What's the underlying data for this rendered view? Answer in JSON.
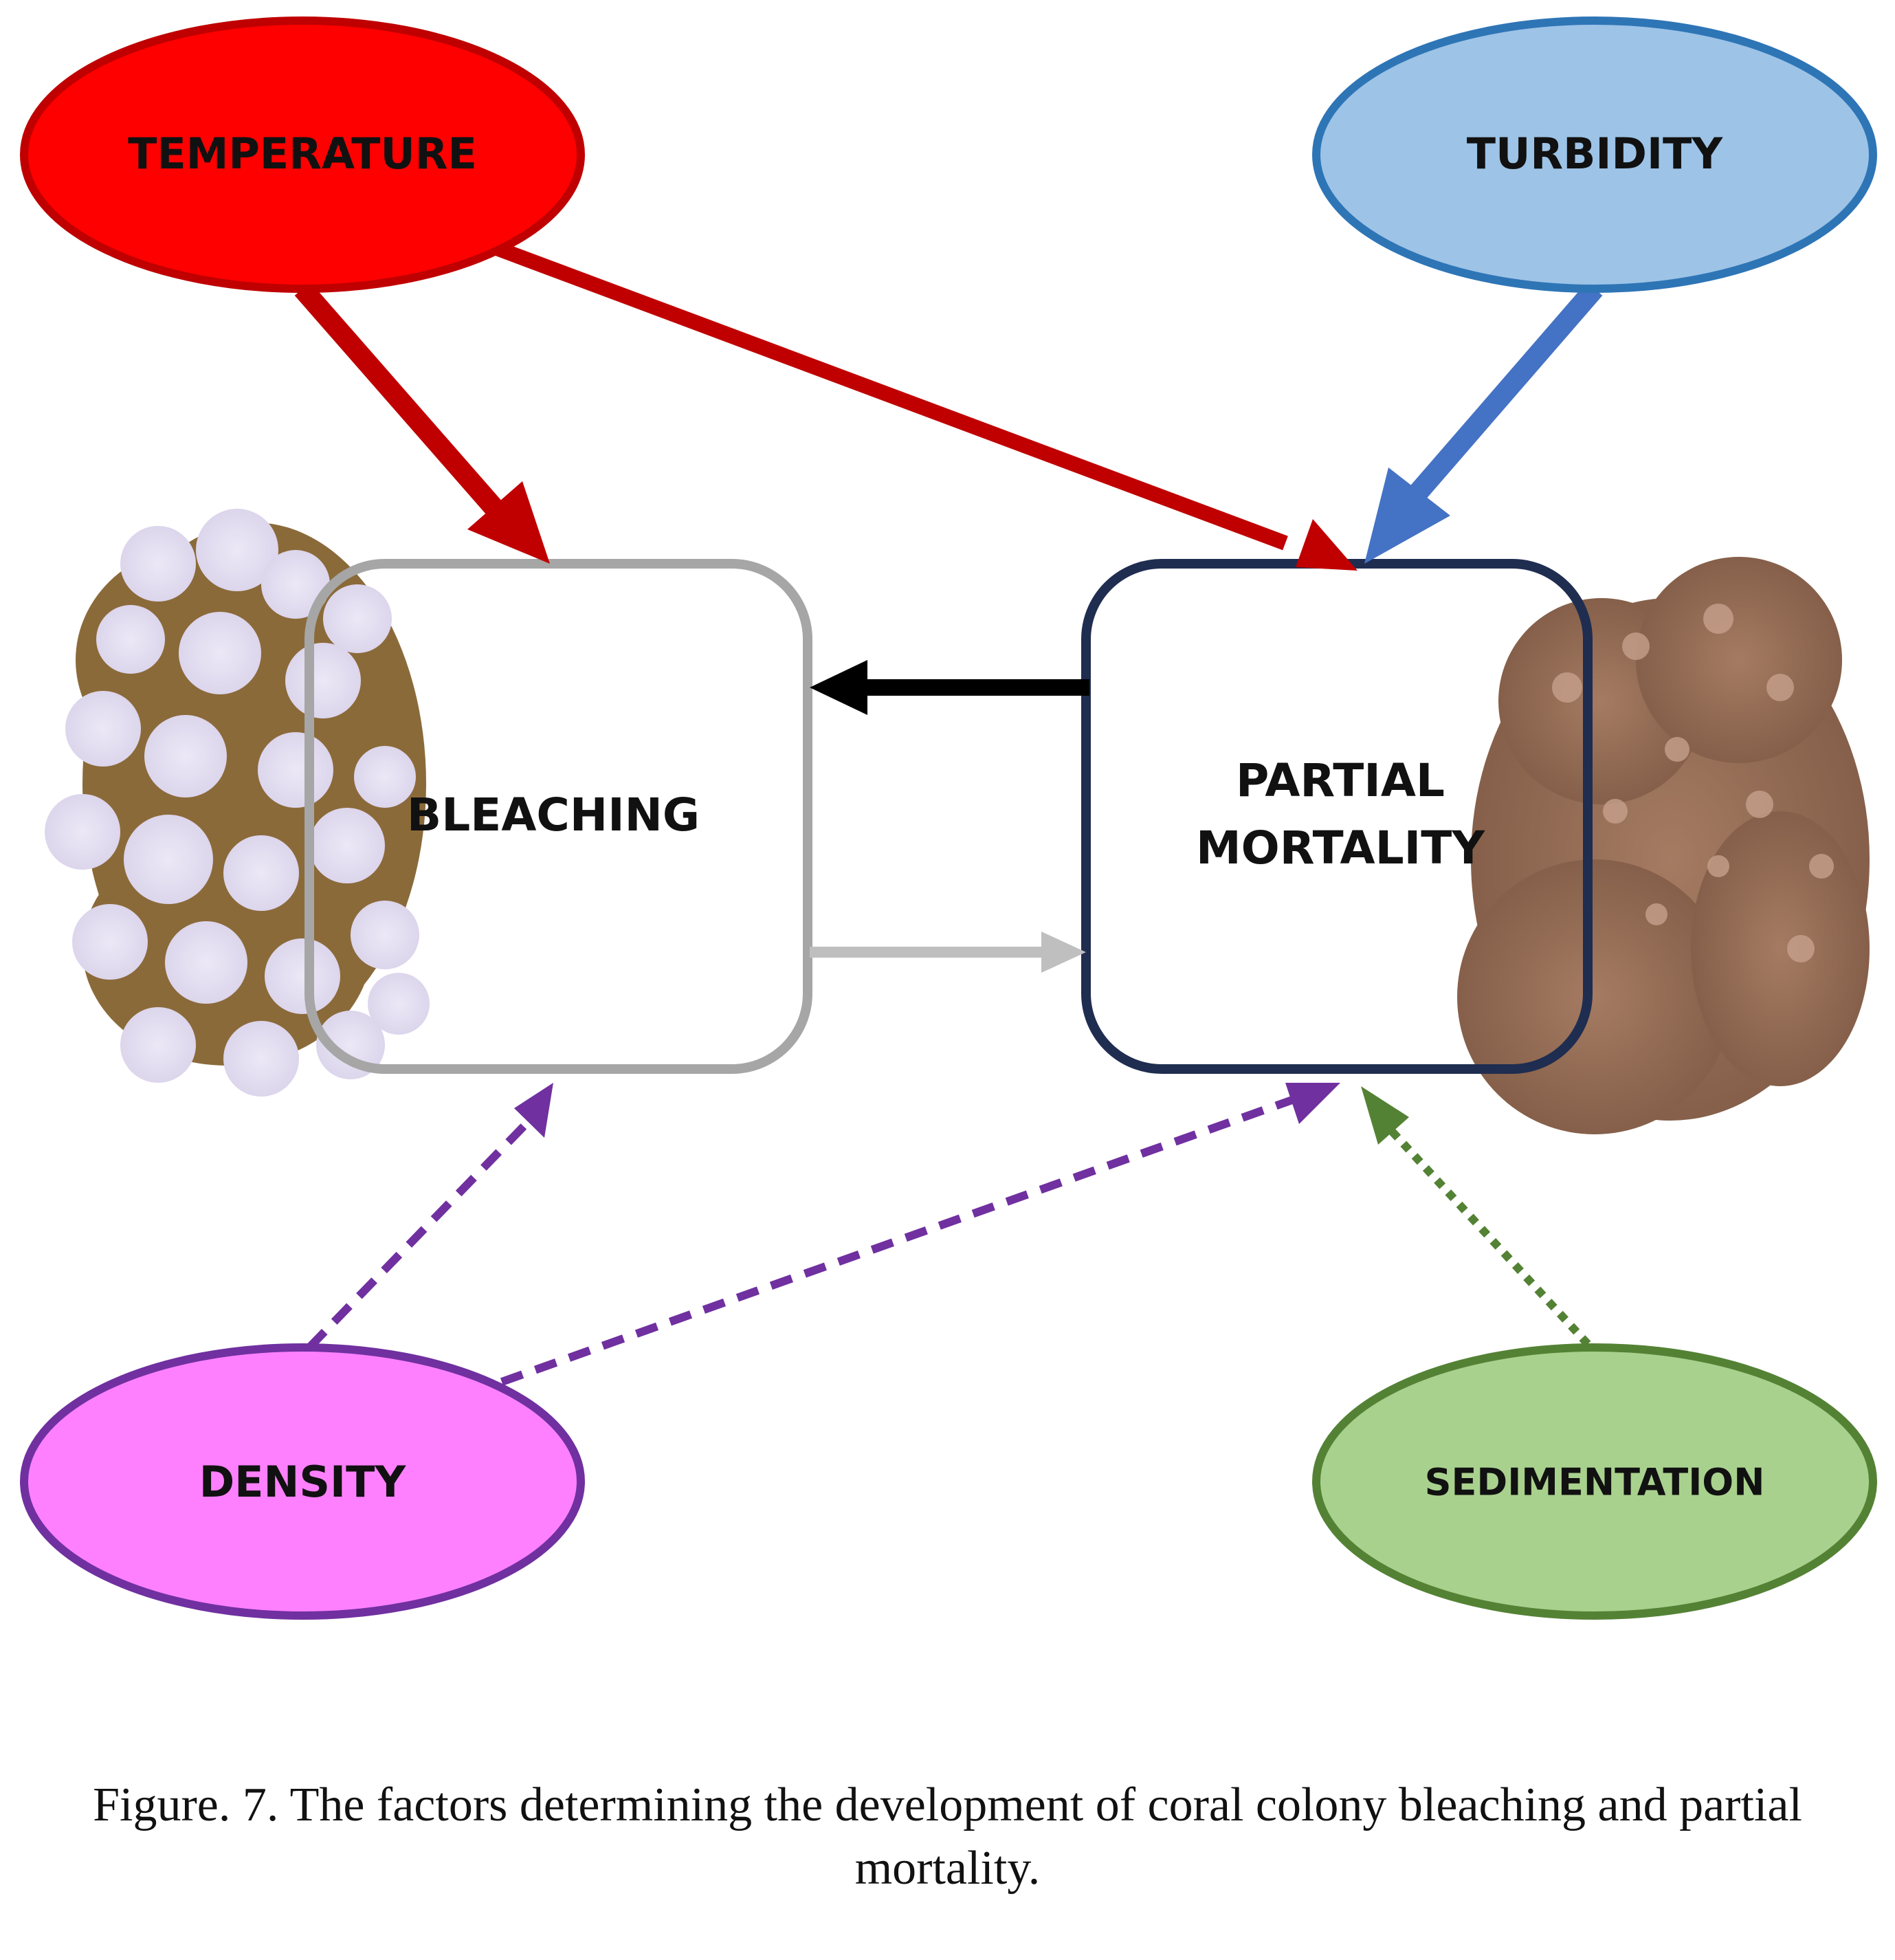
{
  "nodes": {
    "temperature": {
      "label": "TEMPERATURE",
      "fill": "#ff0000",
      "stroke": "#c00000"
    },
    "turbidity": {
      "label": "TURBIDITY",
      "fill": "#9dc3e6",
      "stroke": "#2e75b6"
    },
    "density": {
      "label": "DENSITY",
      "fill": "#ff80ff",
      "stroke": "#7030a0"
    },
    "sedimentation": {
      "label": "SEDIMENTATION",
      "fill": "#a9d18e",
      "stroke": "#548235"
    },
    "bleaching": {
      "label": "BLEACHING",
      "stroke": "#a6a6a6"
    },
    "partial_mortality": {
      "label_line1": "PARTIAL",
      "label_line2": "MORTALITY",
      "stroke": "#1f2d50"
    }
  },
  "edges": [
    {
      "from": "temperature",
      "to": "bleaching",
      "style": "solid",
      "color": "#c00000"
    },
    {
      "from": "temperature",
      "to": "partial_mortality",
      "style": "solid",
      "color": "#c00000"
    },
    {
      "from": "turbidity",
      "to": "partial_mortality",
      "style": "solid",
      "color": "#4472c4"
    },
    {
      "from": "partial_mortality",
      "to": "bleaching",
      "style": "solid",
      "color": "#000000"
    },
    {
      "from": "bleaching",
      "to": "partial_mortality",
      "style": "solid",
      "color": "#bfbfbf"
    },
    {
      "from": "density",
      "to": "bleaching",
      "style": "dashed",
      "color": "#7030a0"
    },
    {
      "from": "density",
      "to": "partial_mortality",
      "style": "dashed",
      "color": "#7030a0"
    },
    {
      "from": "sedimentation",
      "to": "partial_mortality",
      "style": "dotted",
      "color": "#548235"
    }
  ],
  "images": {
    "left_coral": "bleached-coral-photo",
    "right_coral": "partially-dead-coral-photo"
  },
  "caption": {
    "text": "Figure. 7. The factors determining the development of coral colony bleaching and partial mortality."
  }
}
